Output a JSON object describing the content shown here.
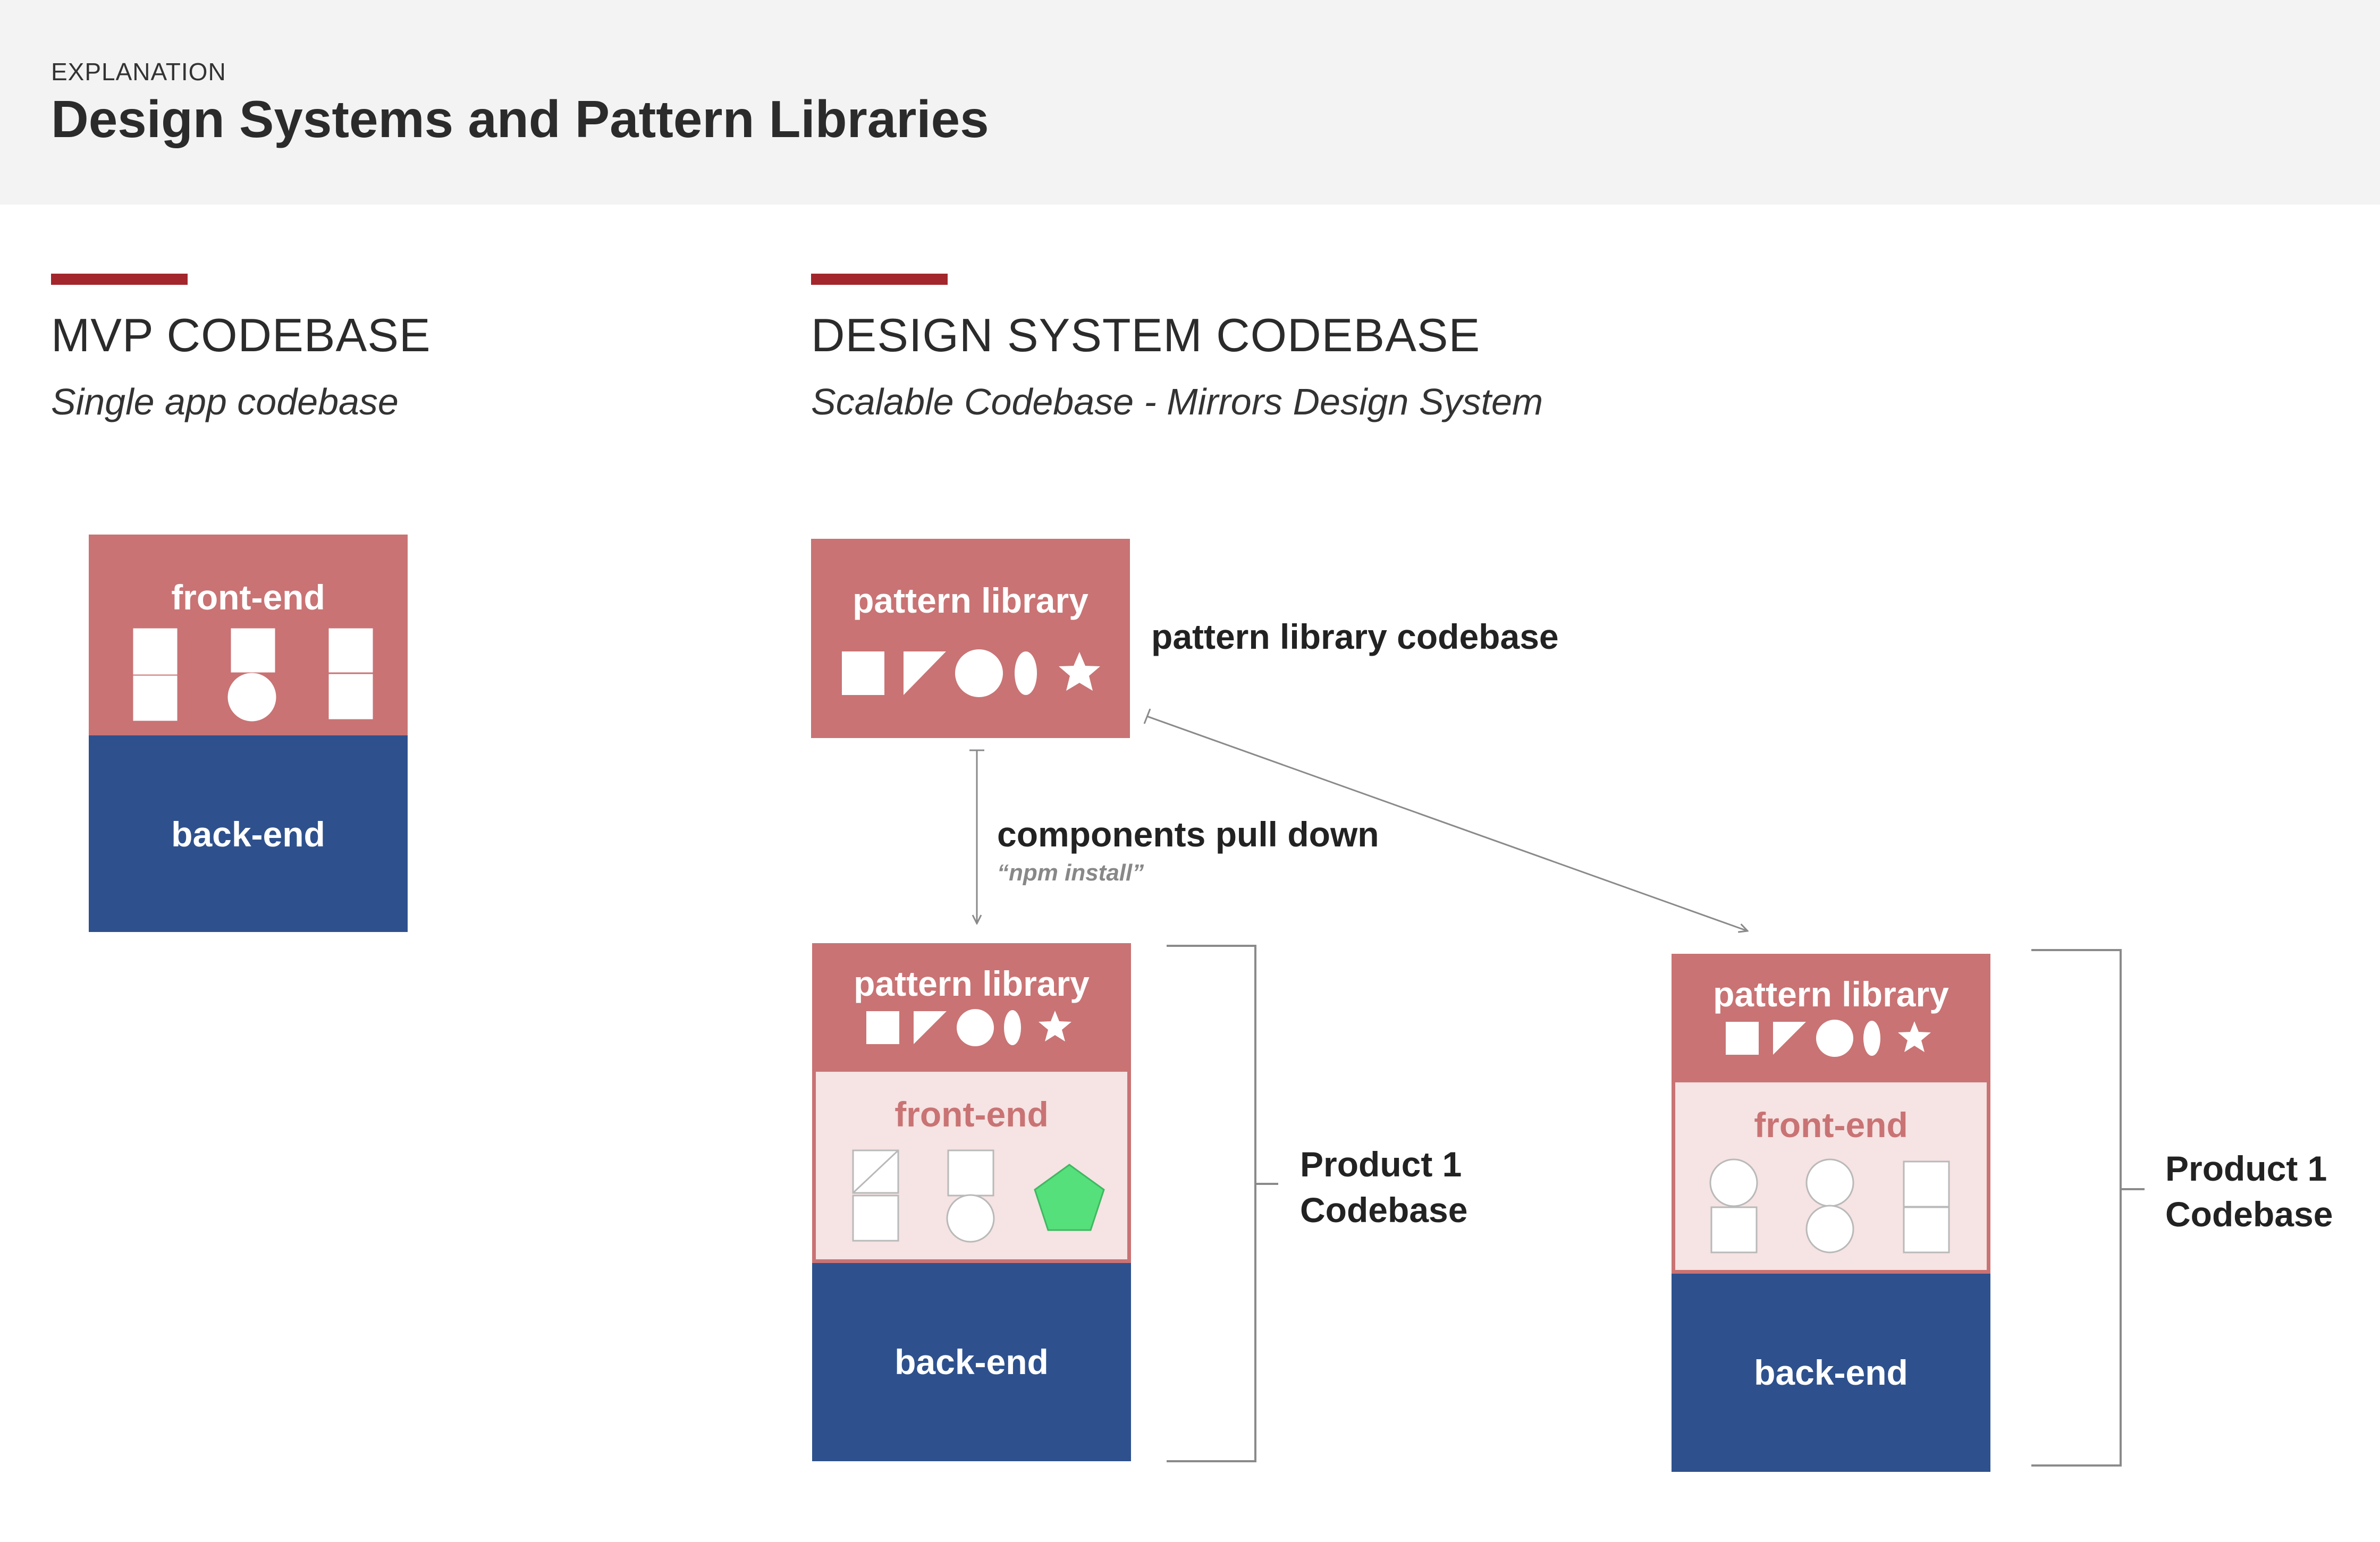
{
  "header": {
    "eyebrow": "EXPLANATION",
    "title": "Design Systems and Pattern Libraries"
  },
  "mvp": {
    "title": "MVP CODEBASE",
    "subtitle": "Single app codebase",
    "front_label": "front-end",
    "back_label": "back-end"
  },
  "design_system": {
    "title": "DESIGN SYSTEM CODEBASE",
    "subtitle": "Scalable Codebase - Mirrors Design System",
    "library": {
      "label": "pattern library",
      "caption": "pattern library codebase"
    },
    "pull": {
      "label": "components pull down",
      "note": "“npm install”"
    },
    "product_a": {
      "library_label": "pattern library",
      "front_label": "front-end",
      "back_label": "back-end",
      "bracket_line1": "Product 1",
      "bracket_line2": "Codebase"
    },
    "product_b": {
      "library_label": "pattern library",
      "front_label": "front-end",
      "back_label": "back-end",
      "bracket_line1": "Product 1",
      "bracket_line2": "Codebase"
    }
  },
  "colors": {
    "accent": "#a3262c",
    "pink": "#c97374",
    "pale_pink": "#f6e3e3",
    "navy": "#2e518d",
    "green": "#55e07b",
    "line_gray": "#8a8a8a"
  }
}
